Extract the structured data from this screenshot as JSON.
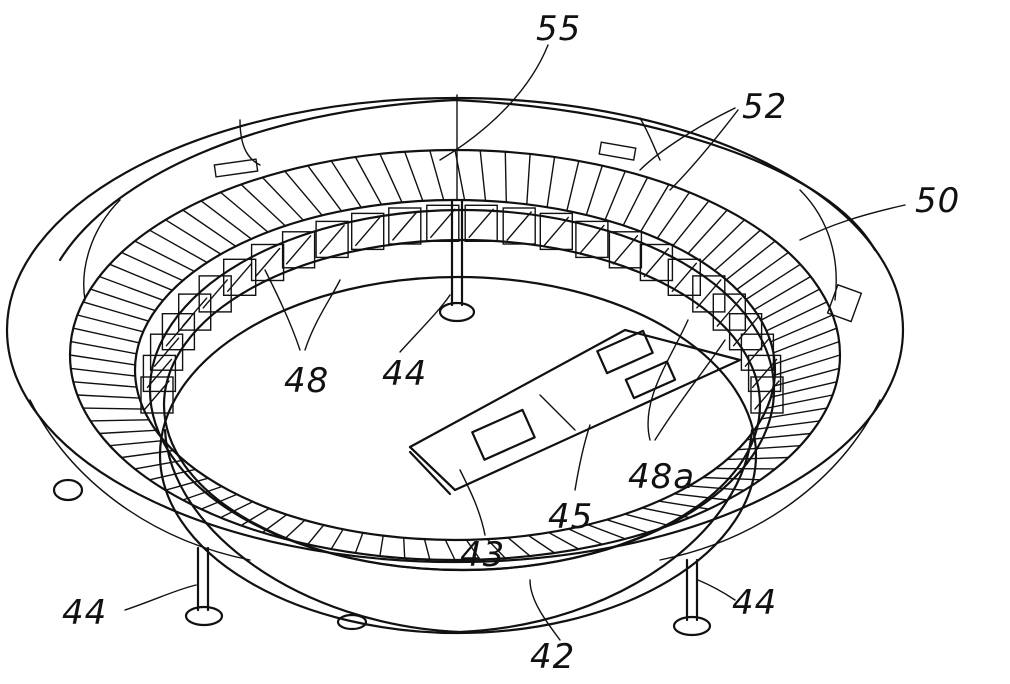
{
  "figure": {
    "labels": {
      "l55": "55",
      "l52": "52",
      "l50": "50",
      "l48": "48",
      "l44_center": "44",
      "l48a": "48a",
      "l45": "45",
      "l43": "43",
      "l44_left": "44",
      "l44_right": "44",
      "l42": "42"
    }
  }
}
